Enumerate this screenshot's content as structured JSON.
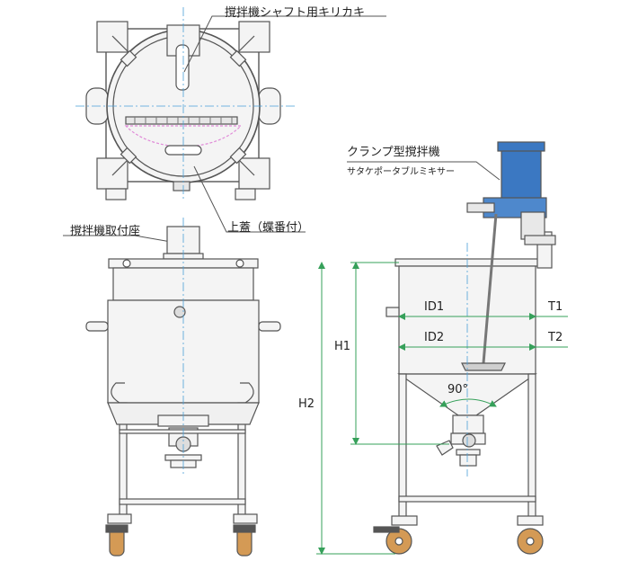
{
  "labels": {
    "shaft_notch": "撹拌機シャフト用キリカキ",
    "top_lid": "上蓋（蝶番付）",
    "mount_seat": "撹拌機取付座",
    "clamp_mixer": "クランプ型撹拌機",
    "portable_mixer": "サタケポータブルミキサー"
  },
  "dimensions": {
    "id1": "ID1",
    "id2": "ID2",
    "t1": "T1",
    "t2": "T2",
    "h1": "H1",
    "h2": "H2",
    "cone_angle": "90°"
  },
  "colors": {
    "line": "#555555",
    "fill": "#f4f4f4",
    "dim": "#36a05a",
    "center": "#4aa0d8",
    "motor": "#3b78c2",
    "wheel": "#d49a55",
    "pink": "#e08ad8"
  }
}
